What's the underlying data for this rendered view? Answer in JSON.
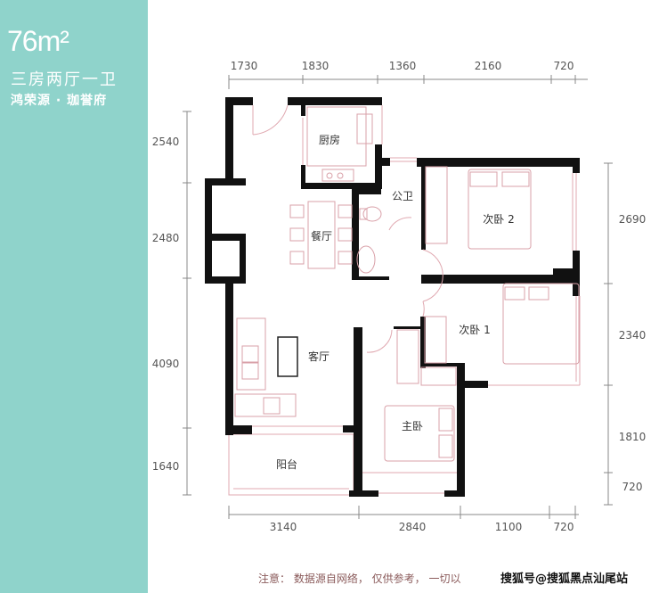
{
  "sidebar": {
    "area": "76m²",
    "layout": "三房两厅一卫",
    "project": "鸿荣源 · 珈誉府",
    "color": "#8fd3cb"
  },
  "dimensions": {
    "top": [
      "1730",
      "1830",
      "1360",
      "2160",
      "720"
    ],
    "left": [
      "2540",
      "2480",
      "4090",
      "1640"
    ],
    "right": [
      "2690",
      "2340",
      "1810",
      "720"
    ],
    "bottom": [
      "3140",
      "2840",
      "1100",
      "720"
    ]
  },
  "rooms": {
    "kitchen": "厨房",
    "bathroom": "公卫",
    "dining": "餐厅",
    "bedroom2": "次卧 2",
    "bedroom1": "次卧 1",
    "living": "客厅",
    "master": "主卧",
    "balcony": "阳台"
  },
  "footer": {
    "note": "注意：  数据源自网络，  仅供参考，  一切以",
    "watermark": "搜狐号@搜狐黑点汕尾站"
  }
}
